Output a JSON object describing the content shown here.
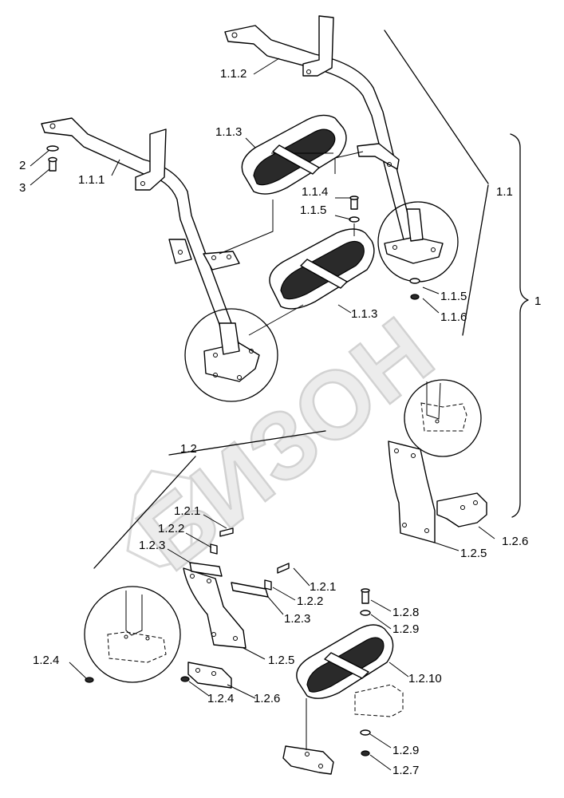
{
  "watermark": {
    "text": "БИЗОН"
  },
  "labels": {
    "l_1_1_2": "1.1.2",
    "l_1_1_3a": "1.1.3",
    "l_1_1_4": "1.1.4",
    "l_1_1_5a": "1.1.5",
    "l_1_1_1": "1.1.1",
    "l_2": "2",
    "l_3": "3",
    "l_1_1": "1.1",
    "l_1": "1",
    "l_1_1_5b": "1.1.5",
    "l_1_1_6": "1.1.6",
    "l_1_1_3b": "1.1.3",
    "l_1_2": "1.2",
    "l_1_2_6a": "1.2.6",
    "l_1_2_5a": "1.2.5",
    "l_1_2_1a": "1.2.1",
    "l_1_2_2a": "1.2.2",
    "l_1_2_3a": "1.2.3",
    "l_1_2_1b": "1.2.1",
    "l_1_2_2b": "1.2.2",
    "l_1_2_3b": "1.2.3",
    "l_1_2_4a": "1.2.4",
    "l_1_2_5b": "1.2.5",
    "l_1_2_4b": "1.2.4",
    "l_1_2_6b": "1.2.6",
    "l_1_2_8": "1.2.8",
    "l_1_2_9a": "1.2.9",
    "l_1_2_10": "1.2.10",
    "l_1_2_9b": "1.2.9",
    "l_1_2_7": "1.2.7"
  }
}
